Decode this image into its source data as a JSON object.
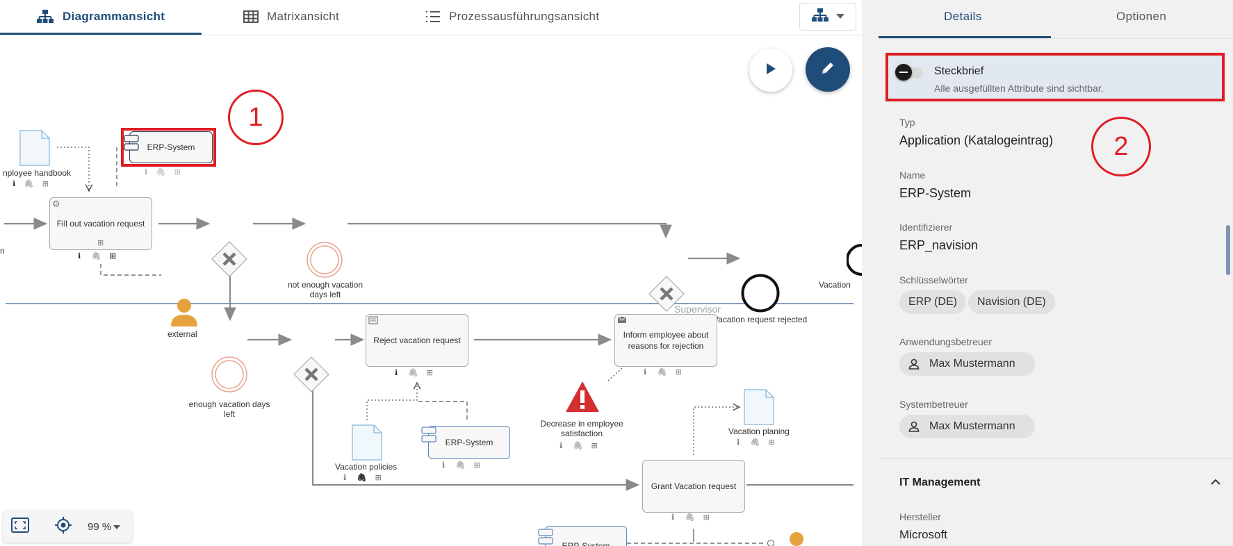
{
  "tabs": {
    "diagram": "Diagrammansicht",
    "matrix": "Matrixansicht",
    "process": "Prozessausführungsansicht"
  },
  "diagram": {
    "annotation_1": "1",
    "annotation_2": "2",
    "employee_handbook": "nployee handbook",
    "erp_top": "ERP-System",
    "fill_out": "Fill out vacation request",
    "not_enough": "not enough vacation days left",
    "vacation_rejected": "Vacation request rejected",
    "vacation_edge": "Vacation",
    "external": "external",
    "supervisor": "Supervisor",
    "enough": "enough vacation days left",
    "reject": "Reject vacation request",
    "inform": "Inform employee about reasons for rejection",
    "decrease": "Decrease in employee satisfaction",
    "vacation_planing": "Vacation planing",
    "vacation_policies": "Vacation policies",
    "erp_mid": "ERP-System",
    "grant": "Grant Vacation request",
    "erp_bottom": "ERP-System",
    "left_edge_letter": "n",
    "zoom": "99 %"
  },
  "panel": {
    "tab_details": "Details",
    "tab_options": "Optionen",
    "steckbrief_title": "Steckbrief",
    "steckbrief_sub": "Alle ausgefüllten Attribute sind sichtbar.",
    "typ_label": "Typ",
    "typ_value": "Application (Katalogeintrag)",
    "name_label": "Name",
    "name_value": "ERP-System",
    "ident_label": "Identifizierer",
    "ident_value": "ERP_navision",
    "keywords_label": "Schlüsselwörter",
    "keywords": [
      "ERP (DE)",
      "Navision (DE)"
    ],
    "app_owner_label": "Anwendungsbetreuer",
    "app_owner": "Max Mustermann",
    "sys_owner_label": "Systembetreuer",
    "sys_owner": "Max Mustermann",
    "it_section": "IT Management",
    "vendor_label": "Hersteller",
    "vendor_value": "Microsoft"
  },
  "colors": {
    "accent": "#1f4d7a",
    "highlight": "#e01c24",
    "event_orange": "#e8a38a",
    "warning": "#d32f2f",
    "person": "#e6a23c"
  }
}
